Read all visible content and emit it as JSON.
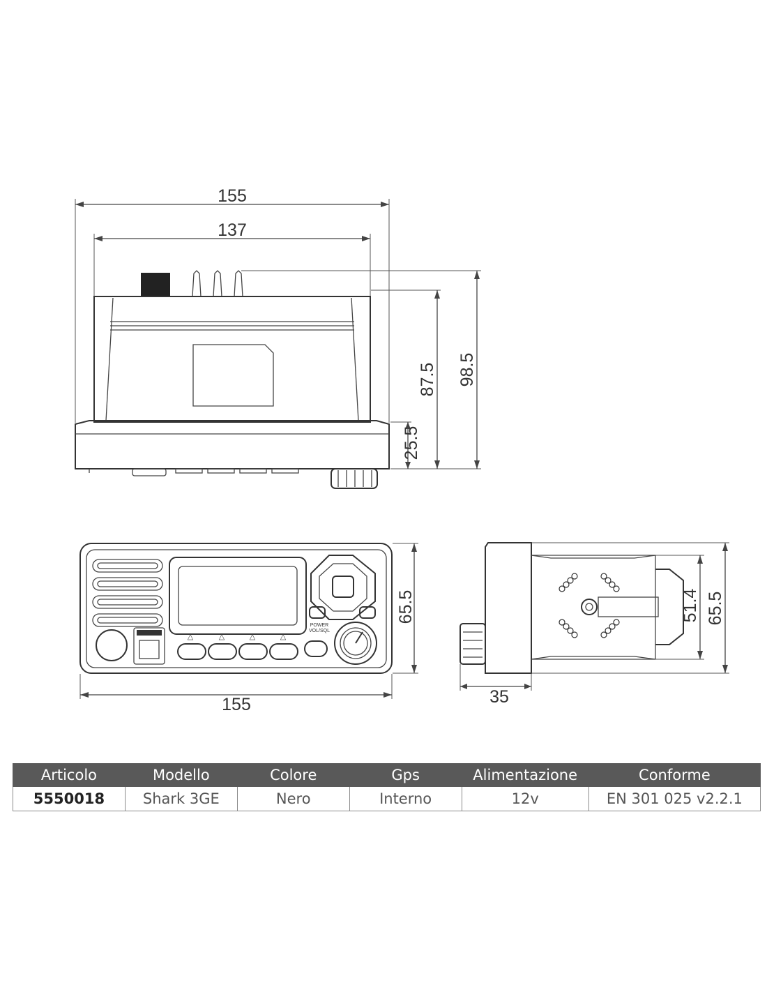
{
  "top_view": {
    "width_outer": "155",
    "width_inner": "137",
    "height_total": "98.5",
    "height_body": "87.5",
    "height_base": "25.5"
  },
  "front_view": {
    "height": "65.5",
    "width": "155"
  },
  "side_view": {
    "height_outer": "65.5",
    "height_inner": "51.4",
    "depth": "35"
  },
  "table": {
    "headers": [
      "Articolo",
      "Modello",
      "Colore",
      "Gps",
      "Alimentazione",
      "Conforme"
    ],
    "row": [
      "5550018",
      "Shark 3GE",
      "Nero",
      "Interno",
      "12v",
      "EN 301 025 v2.2.1"
    ]
  }
}
